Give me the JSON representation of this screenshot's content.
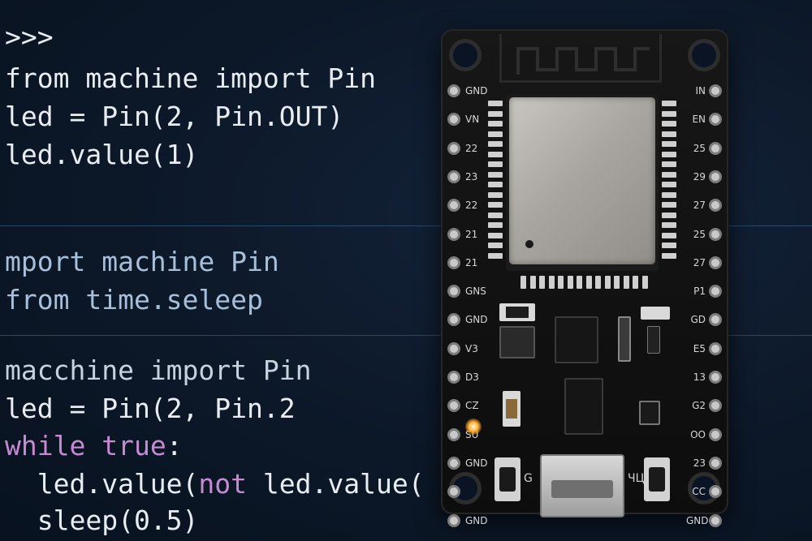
{
  "code": {
    "block1": [
      ">>>",
      "from machine import Pin",
      "led = Pin(2, Pin.OUT)",
      "led.value(1)"
    ],
    "block2": [
      "mport machine Pin",
      "from time.seleep"
    ],
    "block3": {
      "line1": "macchine import Pin",
      "line2": "led = Pin(2, Pin.2",
      "line3_kw1": "while",
      "line3_kw2": "true",
      "line3_rest": ":",
      "line4_pre": "  led.value(",
      "line4_kw": "not",
      "line4_post": " led.value(",
      "line5": "  sleep(0.5)"
    }
  },
  "board": {
    "left_pins": [
      "GND",
      "VN",
      "22",
      "23",
      "22",
      "21",
      "21",
      "GNS",
      "GND",
      "V3",
      "D3",
      "CZ",
      "SU",
      "GND",
      "",
      "GND"
    ],
    "right_pins": [
      "IN",
      "EN",
      "25",
      "29",
      "27",
      "25",
      "27",
      "P1",
      "GD",
      "E5",
      "13",
      "G2",
      "OO",
      "23",
      "CC",
      "GND"
    ],
    "silk_left_button": "G",
    "silk_right_button": "ЧЦ"
  },
  "colors": {
    "background": "#0c1828",
    "code_text": "#e8edf3",
    "code_keyword": "#c58ad0",
    "code_dim_blue": "#a8bfd9",
    "led": "#ffb23c"
  }
}
